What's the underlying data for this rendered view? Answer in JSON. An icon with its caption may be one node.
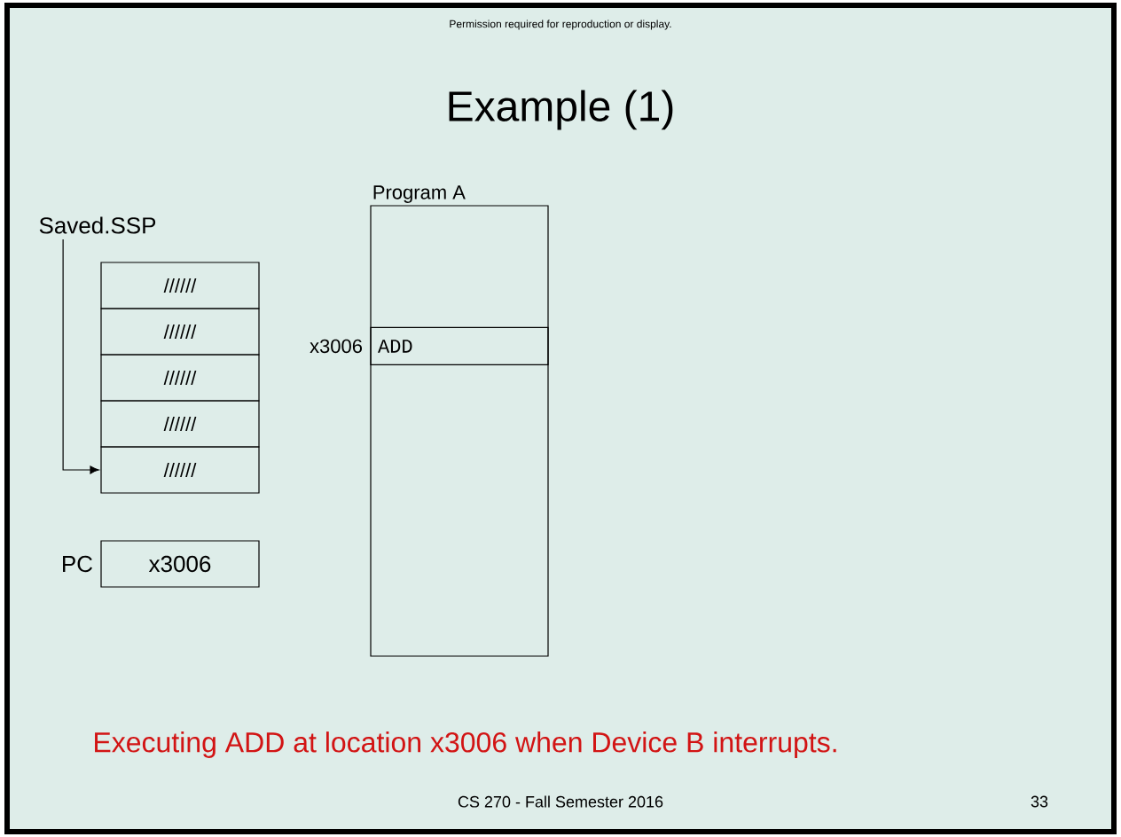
{
  "diagram": {
    "title": "Example (1)",
    "nodes": [
      {
        "text": [
          "Saved.SSP"
        ]
      },
      {
        "text": [
          "//////"
        ]
      },
      {
        "text": [
          "//////"
        ]
      },
      {
        "text": [
          "//////"
        ]
      },
      {
        "text": [
          "//////"
        ]
      },
      {
        "text": [
          "//////"
        ]
      },
      {
        "text": [
          "x3006"
        ],
        "beside": [
          "PC"
        ]
      },
      {
        "text": [
          "Program A"
        ]
      },
      {
        "text": [
          "ADD"
        ],
        "in": 7,
        "beside": [
          "x3006"
        ]
      }
    ],
    "edges": [
      {
        "from": 0,
        "to": 5,
        "arrow": "to"
      }
    ],
    "labels": [
      "Permission required for reproduction or display.",
      "Executing ADD at location x3006 when Device B interrupts.",
      "CS 270 - Fall Semester 2016",
      "33"
    ]
  }
}
